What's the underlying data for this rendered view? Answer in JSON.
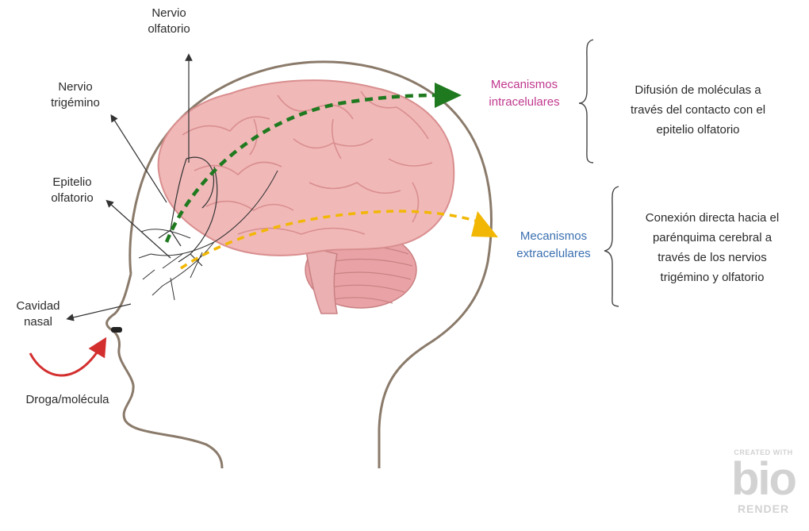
{
  "labels": {
    "nervio_olfatorio": [
      "Nervio",
      "olfatorio"
    ],
    "nervio_trigemino": [
      "Nervio",
      "trigémino"
    ],
    "epitelio_olfatorio": [
      "Epitelio",
      "olfatorio"
    ],
    "cavidad_nasal": [
      "Cavidad",
      "nasal"
    ],
    "droga": "Droga/molécula"
  },
  "mechanisms": {
    "intra": {
      "lines": [
        "Mecanismos",
        "intracelulares"
      ],
      "color": "#c0388e",
      "description": [
        "Difusión de moléculas a",
        "través del contacto con el",
        "epitelio olfatorio"
      ],
      "arrow_color": "#1f7a1f"
    },
    "extra": {
      "lines": [
        "Mecanismos",
        "extracelulares"
      ],
      "color": "#3a6fb0",
      "description": [
        "Conexión directa hacia el",
        "parénquima cerebral a",
        "través de los nervios",
        "trigémino y olfatorio"
      ],
      "arrow_color": "#f2b705"
    }
  },
  "watermark": {
    "top": "CREATED WITH",
    "logo": "bio",
    "bottom": "RENDER"
  },
  "colors": {
    "brain": "#f1b8b8",
    "brain_dark": "#d98e8e",
    "head_outline": "#8a7a6a",
    "nose_arrow": "#d32f2f"
  }
}
